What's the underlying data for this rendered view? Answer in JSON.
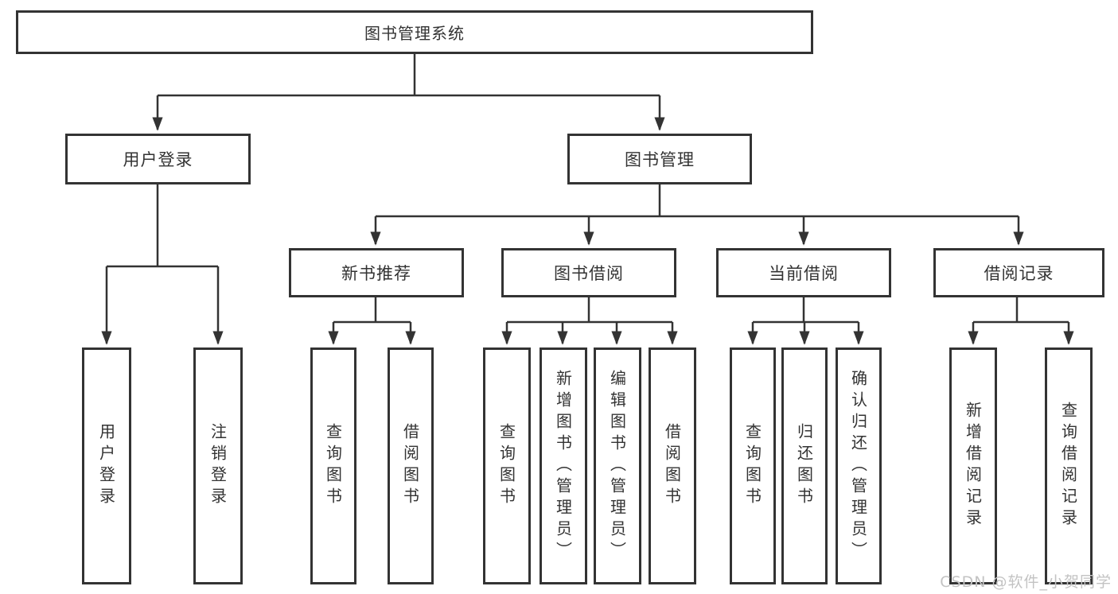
{
  "diagram": {
    "root": {
      "label": "图书管理系统"
    },
    "level2": {
      "user_login": {
        "label": "用户登录"
      },
      "book_mgmt": {
        "label": "图书管理"
      }
    },
    "level3": {
      "new_books": {
        "label": "新书推荐"
      },
      "book_borrow": {
        "label": "图书借阅"
      },
      "current_borrow": {
        "label": "当前借阅"
      },
      "borrow_records": {
        "label": "借阅记录"
      }
    },
    "leaves": {
      "user_login": [
        "用户登录",
        "注销登录"
      ],
      "new_books": [
        "查询图书",
        "借阅图书"
      ],
      "book_borrow": [
        "查询图书",
        "新增图书（管理员）",
        "编辑图书（管理员）",
        "借阅图书"
      ],
      "current_borrow": [
        "查询图书",
        "归还图书",
        "确认归还（管理员）"
      ],
      "borrow_records": [
        "新增借阅记录",
        "查询借阅记录"
      ]
    }
  },
  "watermark": "CSDN @软件_小贺同学",
  "colors": {
    "line": "#333333",
    "text": "#333333",
    "box_background": "#ffffff",
    "watermark": "#c3c3c3",
    "background": "#ffffff"
  }
}
